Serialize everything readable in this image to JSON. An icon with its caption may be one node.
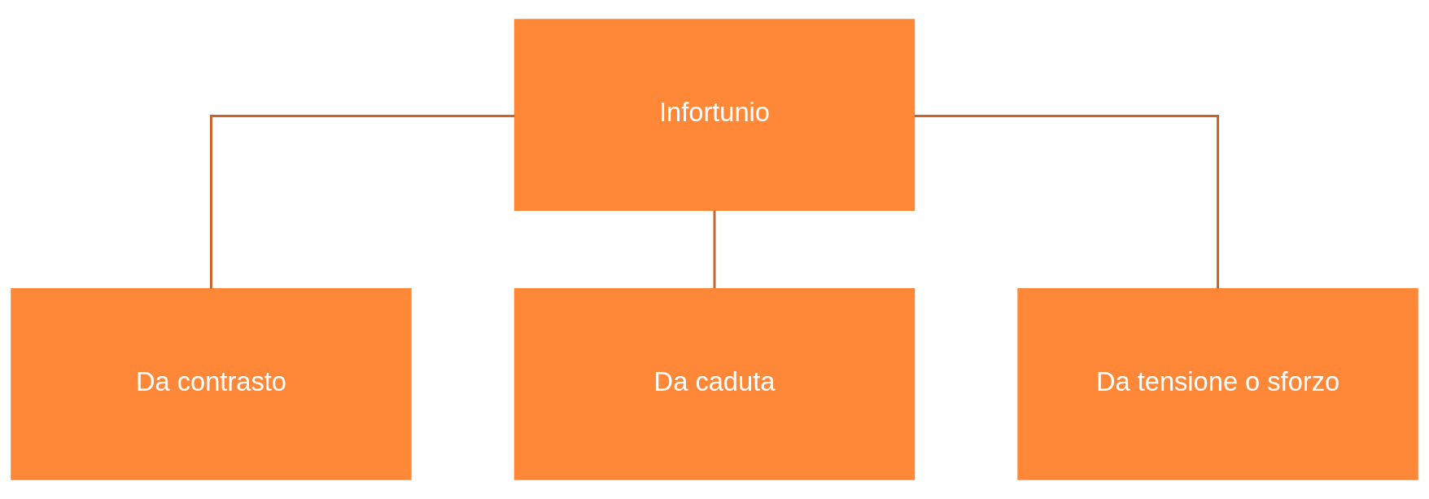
{
  "diagram": {
    "nodes": [
      {
        "text": [
          "Infortunio"
        ]
      },
      {
        "text": [
          "Da contrasto"
        ]
      },
      {
        "text": [
          "Da caduta"
        ]
      },
      {
        "text": [
          "Da tensione o sforzo"
        ]
      }
    ],
    "edges": [
      {
        "from": 0,
        "to": 1,
        "arrow": "none"
      },
      {
        "from": 0,
        "to": 2,
        "arrow": "none"
      },
      {
        "from": 0,
        "to": 3,
        "arrow": "none"
      }
    ]
  }
}
